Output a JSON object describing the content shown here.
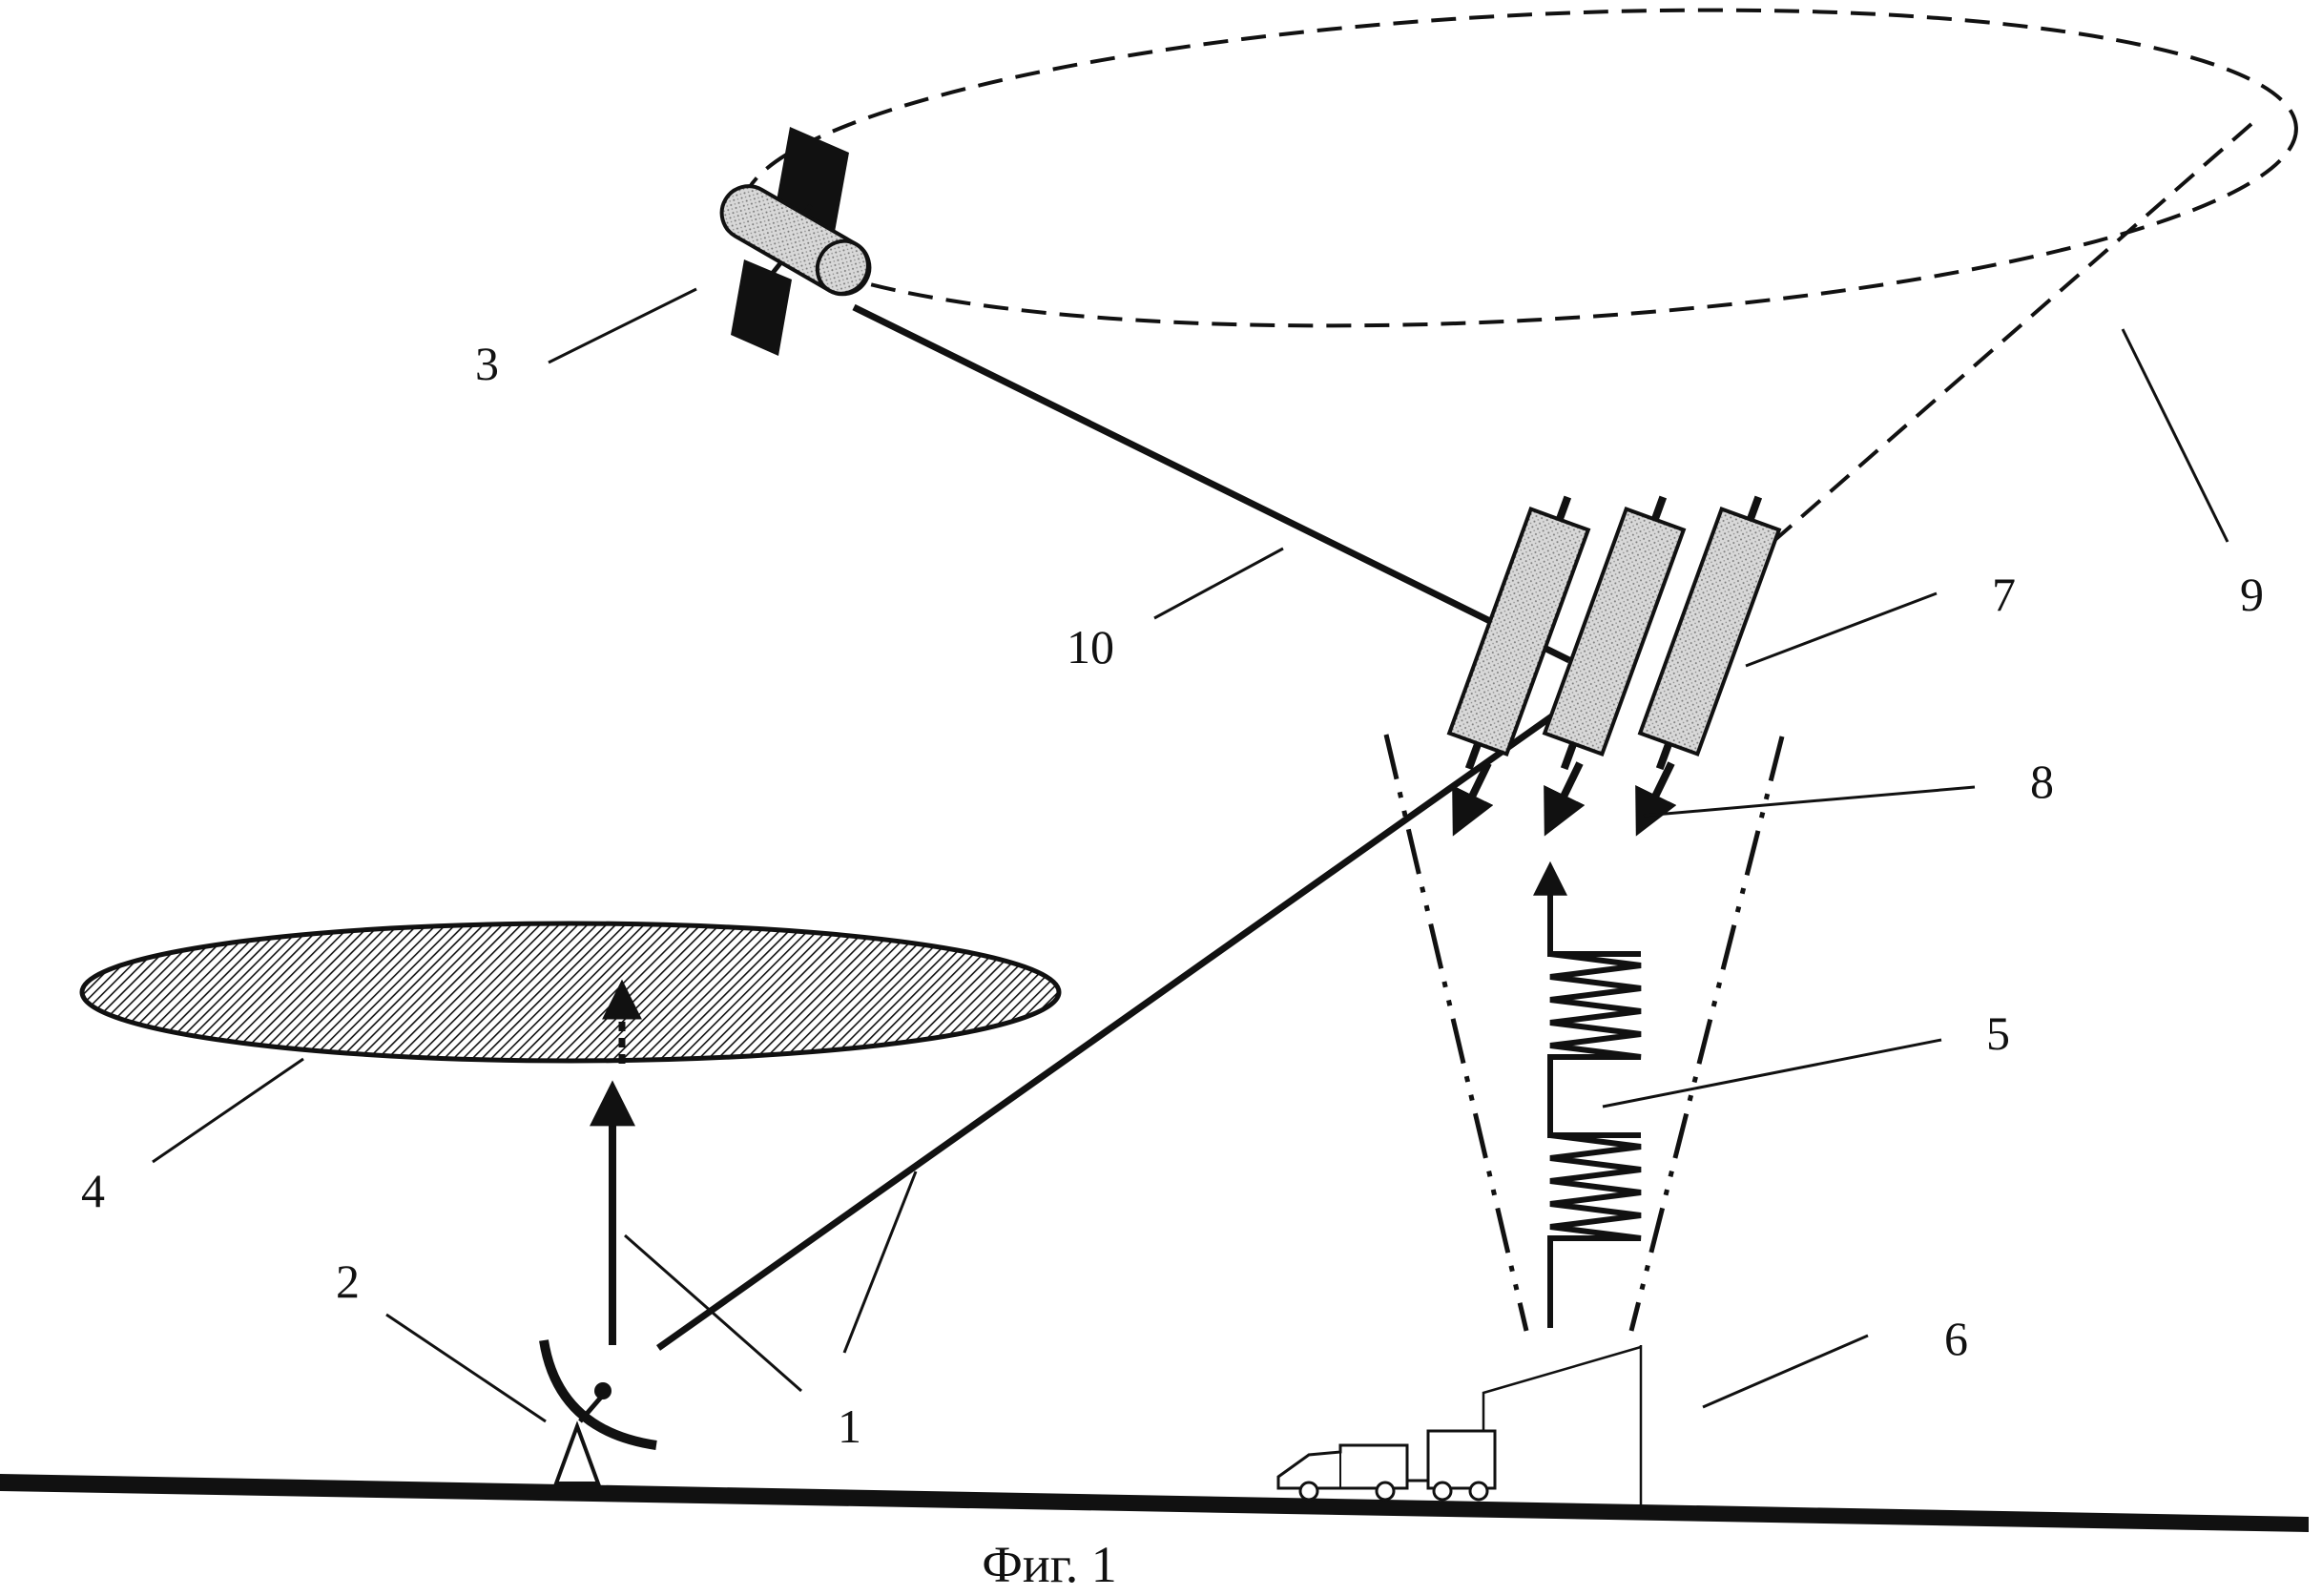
{
  "labels": {
    "l1": "1",
    "l2": "2",
    "l3": "3",
    "l4": "4",
    "l5": "5",
    "l6": "6",
    "l7": "7",
    "l8": "8",
    "l9": "9",
    "l10": "10"
  },
  "caption": "Фиг. 1",
  "colors": {
    "ink": "#111111",
    "module_fill": "#d4d4d4",
    "satellite_fill": "#cfcfcf"
  }
}
